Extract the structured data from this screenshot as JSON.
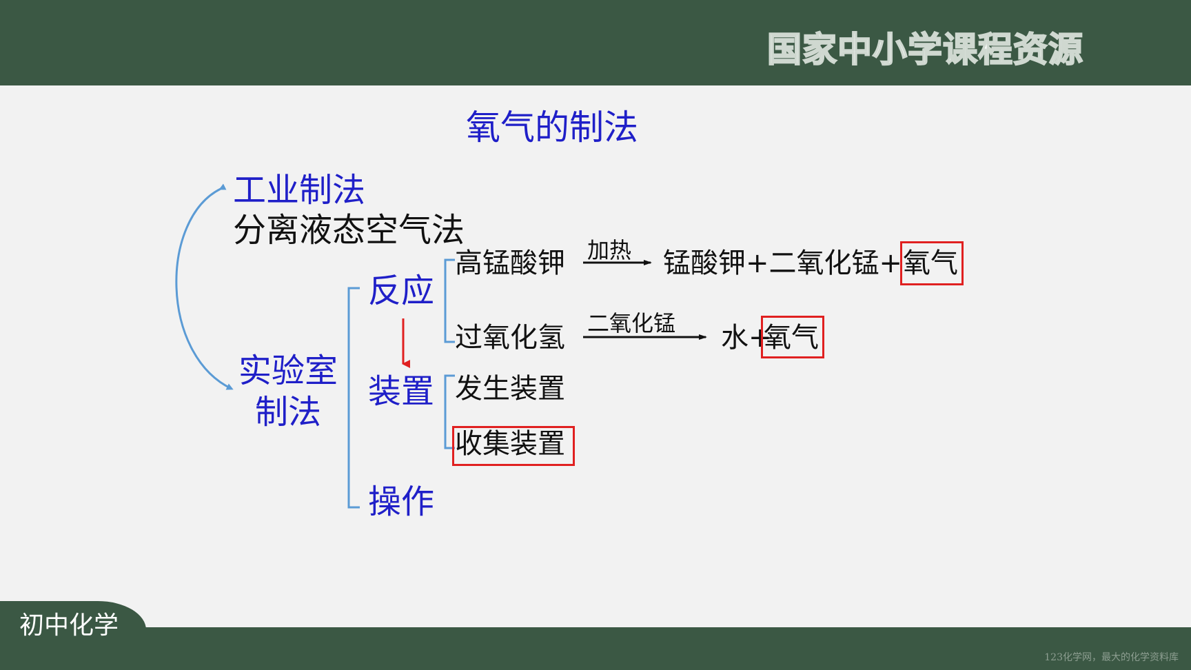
{
  "header": {
    "brand": "国家中小学课程资源"
  },
  "footer": {
    "subject": "初中化学",
    "watermark": "123化学网，最大的化学资料库"
  },
  "slide": {
    "title": "氧气的制法",
    "industrial": {
      "label": "工业制法",
      "method": "分离液态空气法"
    },
    "lab": {
      "label_line1": "实验室",
      "label_line2": "制法"
    },
    "branches": {
      "reaction": "反应",
      "apparatus": "装置",
      "operation": "操作"
    },
    "reaction1": {
      "reactant": "高锰酸钾",
      "condition": "加热",
      "products_prefix": "锰酸钾+二氧化锰+",
      "highlight": "氧气"
    },
    "reaction2": {
      "reactant": "过氧化氢",
      "condition": "二氧化锰",
      "products_prefix": "水+",
      "highlight": "氧气"
    },
    "apparatus": {
      "generator": "发生装置",
      "collector": "收集装置"
    }
  },
  "colors": {
    "accent_blue": "#1f1fc8",
    "highlight_red": "#e02020",
    "bracket_blue": "#5b9bd5",
    "bar_green": "#3b5844"
  }
}
